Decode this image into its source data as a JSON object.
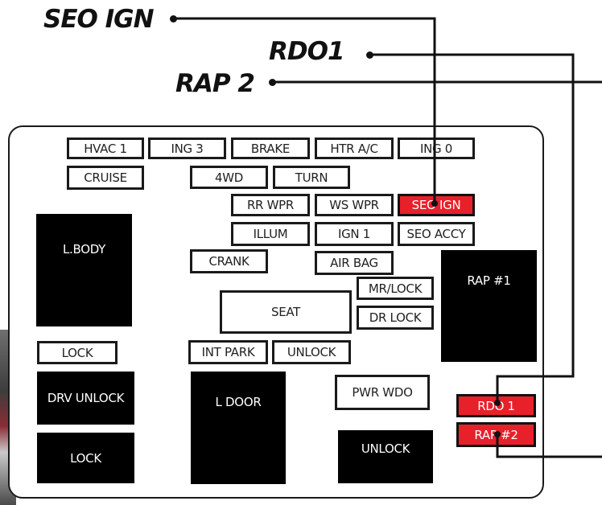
{
  "callouts": {
    "seo_ign": "SEO IGN",
    "rdo1": "RDO1",
    "rap2": "RAP 2"
  },
  "fuses": {
    "hvac1": "HVAC 1",
    "ing3": "ING 3",
    "brake": "BRAKE",
    "htr_ac": "HTR A/C",
    "ing0": "ING 0",
    "cruise": "CRUISE",
    "fwd": "4WD",
    "turn": "TURN",
    "rr_wpr": "RR WPR",
    "ws_wpr": "WS WPR",
    "seo_ign": "SEO IGN",
    "illum": "ILLUM",
    "ign1": "IGN 1",
    "seo_accy": "SEO ACCY",
    "crank": "CRANK",
    "air_bag": "AIR BAG",
    "mr_lock": "MR/LOCK",
    "seat": "SEAT",
    "dr_lock": "DR LOCK",
    "lock_top": "LOCK",
    "int_park": "INT PARK",
    "unlock_small": "UNLOCK",
    "pwr_wdo": "PWR WDO",
    "rdo1": "RDO 1",
    "rap2": "RAP #2"
  },
  "relays": {
    "l_body": "L.BODY",
    "rap1": "RAP #1",
    "drv_unlock": "DRV UNLOCK",
    "l_door": "L DOOR",
    "lock": "LOCK",
    "unlock": "UNLOCK"
  },
  "colors": {
    "highlight": "#e8202a",
    "relay": "#000000",
    "outline": "#1a1a1a"
  }
}
